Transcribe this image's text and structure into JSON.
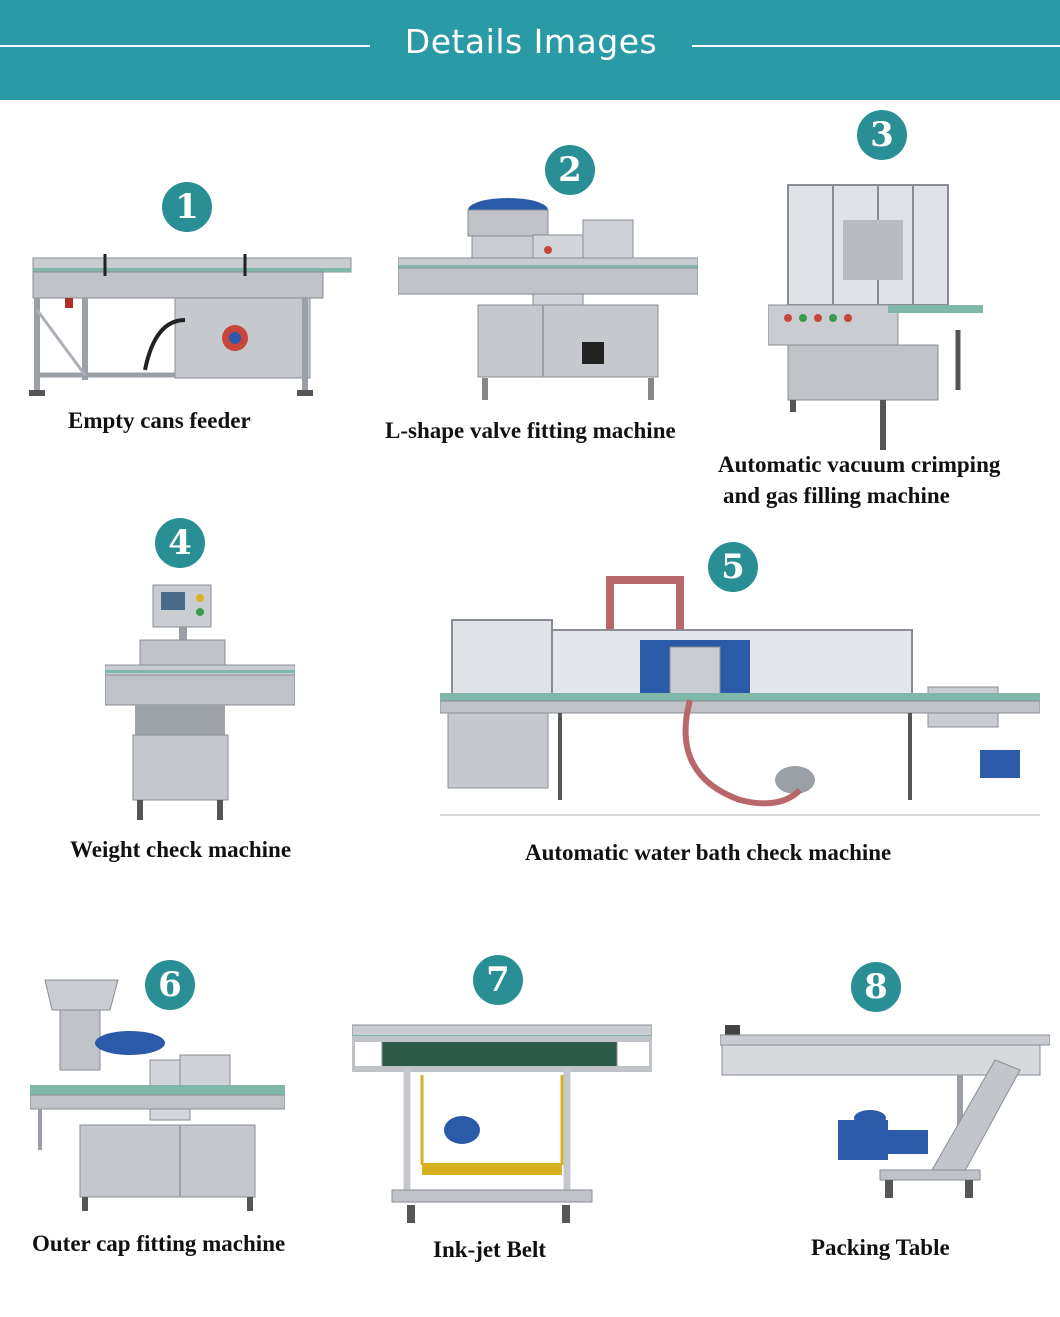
{
  "header": {
    "title": "Details Images",
    "banner_color": "#2a9aa6",
    "badge_color": "#2a8f94"
  },
  "items": [
    {
      "number": "1",
      "caption": "Empty cans feeder",
      "icon": "empty-cans-feeder-image"
    },
    {
      "number": "2",
      "caption": "L-shape valve fitting machine",
      "icon": "valve-fitting-machine-image"
    },
    {
      "number": "3",
      "caption_line1": "Automatic vacuum crimping",
      "caption_line2": "and gas filling machine",
      "icon": "crimping-machine-image"
    },
    {
      "number": "4",
      "caption": "Weight check machine",
      "icon": "weight-check-machine-image"
    },
    {
      "number": "5",
      "caption": "Automatic water bath check machine",
      "icon": "water-bath-machine-image"
    },
    {
      "number": "6",
      "caption": "Outer cap fitting machine",
      "icon": "cap-fitting-machine-image"
    },
    {
      "number": "7",
      "caption": "Ink-jet Belt",
      "icon": "ink-jet-belt-image"
    },
    {
      "number": "8",
      "caption": "Packing Table",
      "icon": "packing-table-image"
    }
  ]
}
